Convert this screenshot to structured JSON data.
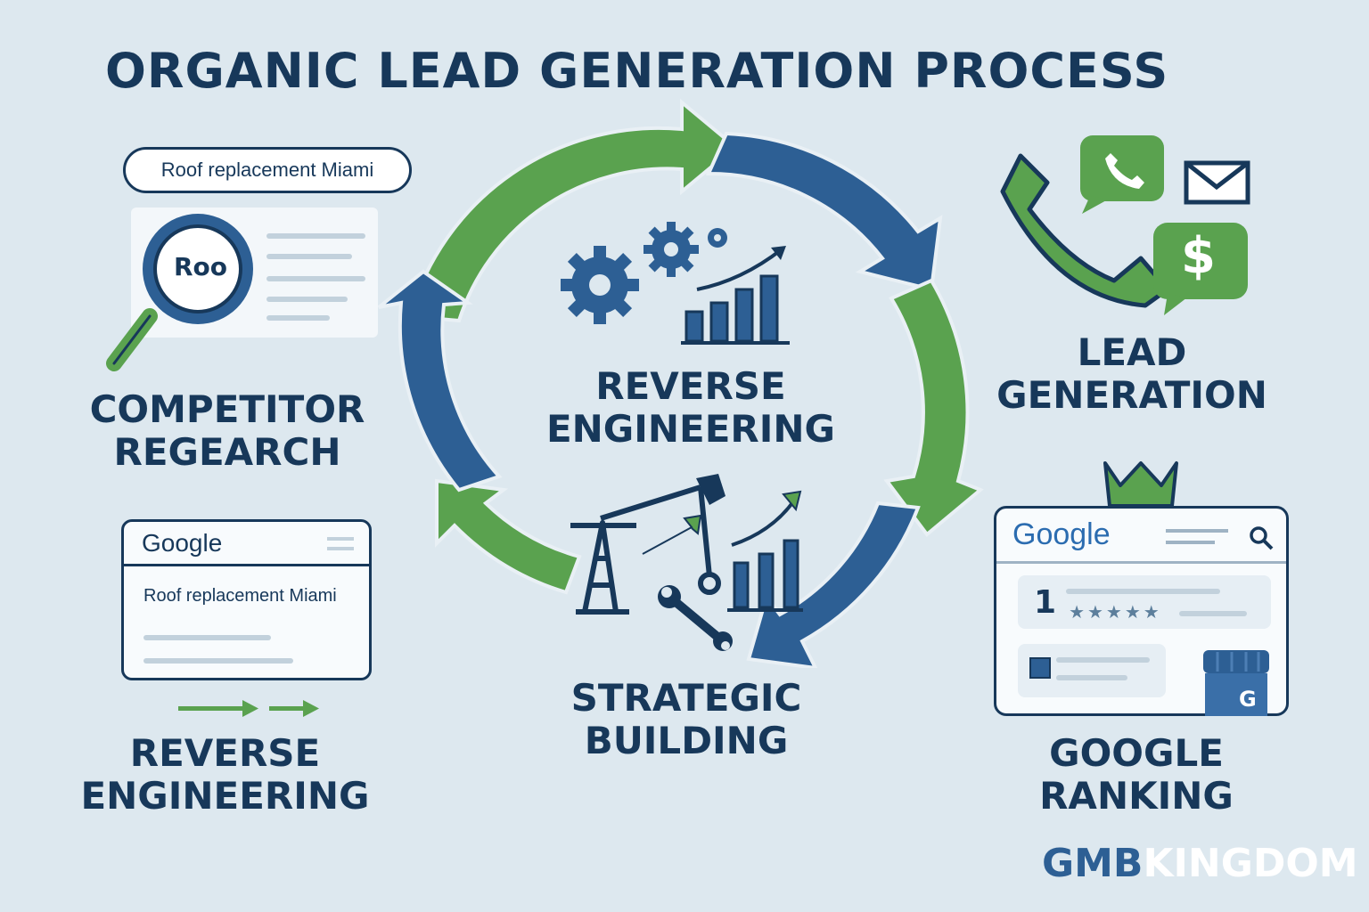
{
  "title": "ORGANIC LEAD GENERATION PROCESS",
  "colors": {
    "navy": "#17385a",
    "blue": "#2d5f94",
    "green": "#5aa24f",
    "background": "#dde8ef"
  },
  "stages": {
    "competitor_research": {
      "line1": "COMPETITOR",
      "line2": "REGEARCH"
    },
    "reverse_engineering_left": {
      "line1": "REVERSE",
      "line2": "ENGINEERING"
    },
    "reverse_engineering_center": {
      "line1": "REVERSE",
      "line2": "ENGINEERING"
    },
    "strategic_building": {
      "line1": "STRATEGIC",
      "line2": "BUILDING"
    },
    "lead_generation": {
      "line1": "LEAD",
      "line2": "GENERATION"
    },
    "google_ranking": {
      "line1": "GOOGLE",
      "line2": "RANKING"
    }
  },
  "search_pill": {
    "query": "Roof replacement Miami"
  },
  "magnifier": {
    "text": "Roo"
  },
  "google_card": {
    "logo": "Google",
    "query": "Roof replacement Miami"
  },
  "rank_card": {
    "logo": "Google",
    "rank": "1",
    "stars": "★★★★★",
    "store_letter": "G"
  },
  "lead_icons": {
    "dollar": "$"
  },
  "brand": {
    "part1": "GMB",
    "part2": "KINGDOM"
  },
  "icons": [
    "magnifier-icon",
    "gears-icon",
    "bar-chart-icon",
    "oil-pump-icon",
    "wrench-icon",
    "phone-icon",
    "chat-phone-icon",
    "envelope-icon",
    "dollar-chat-icon",
    "crown-icon",
    "store-icon",
    "search-icon",
    "arrow-right-icon"
  ]
}
